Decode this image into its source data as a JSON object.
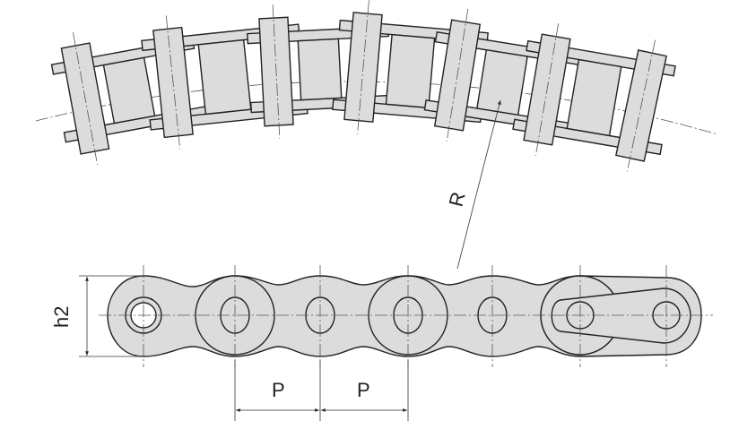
{
  "diagram": {
    "labels": {
      "radius": "R",
      "height": "h2",
      "pitch_1": "P",
      "pitch_2": "P"
    },
    "colors": {
      "part_fill": "#dcdcdc",
      "outline": "#222222"
    }
  }
}
